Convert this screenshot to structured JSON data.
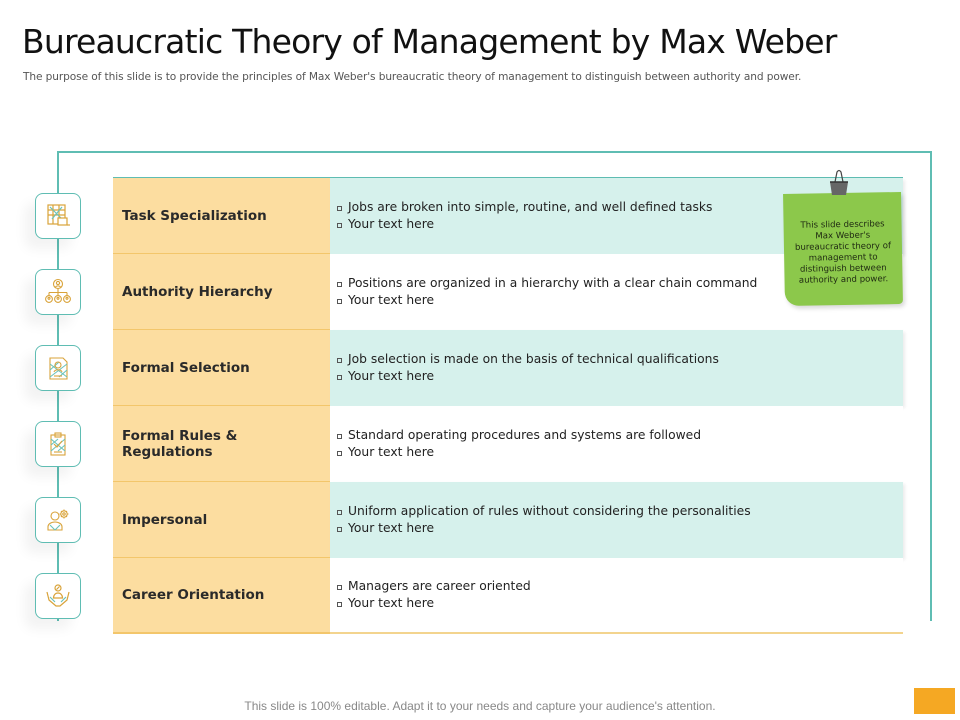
{
  "header": {
    "title": "Bureaucratic Theory of Management by Max Weber",
    "subtitle": "The purpose of this slide is to provide the principles of Max Weber's bureaucratic theory of management to distinguish between authority and power."
  },
  "rows": [
    {
      "icon": "task-specialization-icon",
      "label": "Task Specialization",
      "bullets": [
        "Jobs are broken into simple, routine, and well defined tasks",
        "Your text here"
      ],
      "style": "mint"
    },
    {
      "icon": "authority-hierarchy-icon",
      "label": "Authority Hierarchy",
      "bullets": [
        "Positions are organized in a hierarchy with a clear chain command",
        "Your text here"
      ],
      "style": "white"
    },
    {
      "icon": "formal-selection-icon",
      "label": "Formal Selection",
      "bullets": [
        "Job selection is made on the basis of technical qualifications",
        "Your text here"
      ],
      "style": "mint"
    },
    {
      "icon": "clipboard-rules-icon",
      "label": "Formal Rules & Regulations",
      "bullets": [
        "Standard operating procedures and systems are followed",
        "Your text here"
      ],
      "style": "white"
    },
    {
      "icon": "impersonal-gear-person-icon",
      "label": "Impersonal",
      "bullets": [
        "Uniform application of rules without considering the personalities",
        "Your text here"
      ],
      "style": "mint"
    },
    {
      "icon": "career-hands-person-icon",
      "label": "Career Orientation",
      "bullets": [
        "Managers are career oriented",
        "Your text here"
      ],
      "style": "white"
    }
  ],
  "sticky_note": {
    "text": "This slide describes Max Weber's bureaucratic theory of management to distinguish between authority and power."
  },
  "footer": {
    "text": "This slide is 100% editable. Adapt it to your needs and capture your audience's attention."
  },
  "colors": {
    "teal_frame": "#5fbdb3",
    "label_bg": "#fcdda0",
    "mint_bg": "#d6f1ec",
    "note_green": "#8cc84b",
    "accent_orange": "#f5a823",
    "icon_gold": "#d9a33a"
  }
}
